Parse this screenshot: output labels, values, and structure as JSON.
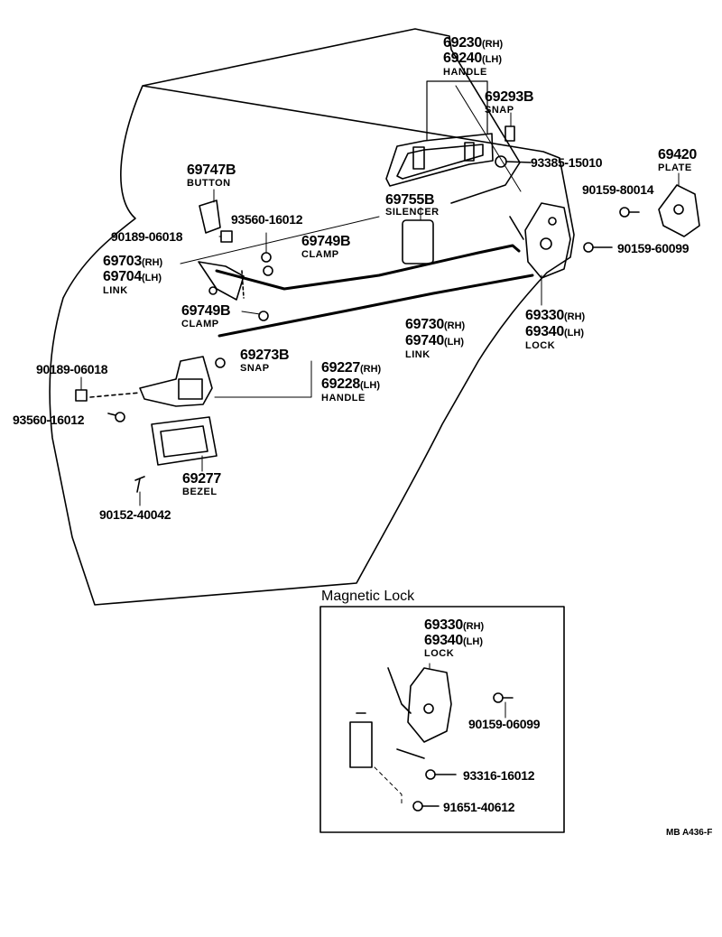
{
  "parts": {
    "handle_outer": {
      "num_rh": "69230",
      "sfx_rh": "(RH)",
      "num_lh": "69240",
      "sfx_lh": "(LH)",
      "name": "HANDLE"
    },
    "snap_outer": {
      "num": "69293B",
      "name": "SNAP"
    },
    "screw_93385": {
      "num": "93385-15010"
    },
    "plate": {
      "num": "69420",
      "name": "PLATE"
    },
    "bolt_90159_80014": {
      "num": "90159-80014"
    },
    "button": {
      "num": "69747B",
      "name": "BUTTON"
    },
    "silencer": {
      "num": "69755B",
      "name": "SILENCER"
    },
    "screw_93560_top": {
      "num": "93560-16012"
    },
    "nut_90189_top": {
      "num": "90189-06018"
    },
    "clamp_upper": {
      "num": "69749B",
      "name": "CLAMP"
    },
    "link_upper": {
      "num_rh": "69703",
      "sfx_rh": "(RH)",
      "num_lh": "69704",
      "sfx_lh": "(LH)",
      "name": "LINK"
    },
    "bolt_90159_60099": {
      "num": "90159-60099"
    },
    "clamp_lower": {
      "num": "69749B",
      "name": "CLAMP"
    },
    "link_lower": {
      "num_rh": "69730",
      "sfx_rh": "(RH)",
      "num_lh": "69740",
      "sfx_lh": "(LH)",
      "name": "LINK"
    },
    "lock": {
      "num_rh": "69330",
      "sfx_rh": "(RH)",
      "num_lh": "69340",
      "sfx_lh": "(LH)",
      "name": "LOCK"
    },
    "nut_90189_mid": {
      "num": "90189-06018"
    },
    "snap_inner": {
      "num": "69273B",
      "name": "SNAP"
    },
    "handle_inner": {
      "num_rh": "69227",
      "sfx_rh": "(RH)",
      "num_lh": "69228",
      "sfx_lh": "(LH)",
      "name": "HANDLE"
    },
    "screw_93560_mid": {
      "num": "93560-16012"
    },
    "bezel": {
      "num": "69277",
      "name": "BEZEL"
    },
    "screw_90152": {
      "num": "90152-40042"
    }
  },
  "magnetic": {
    "title": "Magnetic Lock",
    "lock": {
      "num_rh": "69330",
      "sfx_rh": "(RH)",
      "num_lh": "69340",
      "sfx_lh": "(LH)",
      "name": "LOCK"
    },
    "bolt": {
      "num": "90159-06099"
    },
    "screw": {
      "num": "93316-16012"
    },
    "bolt2": {
      "num": "91651-40612"
    }
  },
  "ref_code": "MB A436-F"
}
